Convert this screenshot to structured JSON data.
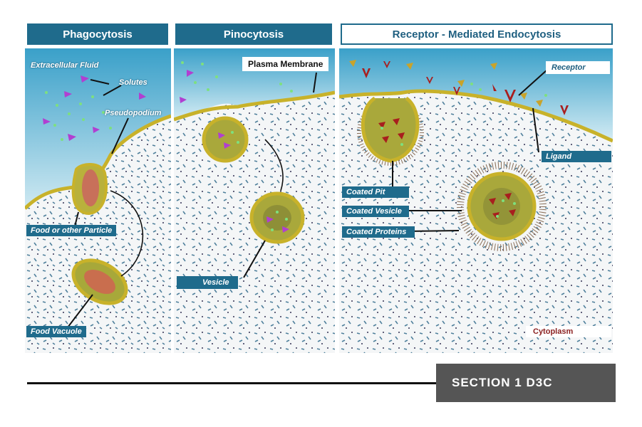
{
  "headers": {
    "phagocytosis": "Phagocytosis",
    "pinocytosis": "Pinocytosis",
    "receptor": "Receptor - Mediated Endocytosis"
  },
  "phago": {
    "extracellular": "Extracellular Fluid",
    "solutes": "Solutes",
    "pseudopodium": "Pseudopodium",
    "food_particle": "Food or other Particle",
    "food_vacuole": "Food Vacuole"
  },
  "pino": {
    "plasma_membrane": "Plasma Membrane",
    "vesicle": "Vesicle"
  },
  "rme": {
    "receptor": "Receptor",
    "ligand": "Ligand",
    "coated_pit": "Coated Pit",
    "coated_vesicle": "Coated Vesicle",
    "coated_proteins": "Coated Proteins",
    "cytoplasm": "Cytoplasm"
  },
  "footer": {
    "section": "SECTION 1 D3C"
  },
  "colors": {
    "header_blue": "#1f6b8c",
    "membrane": "#c8b22a",
    "solute": "#b13fd1",
    "receptor_red": "#a81e1e"
  }
}
